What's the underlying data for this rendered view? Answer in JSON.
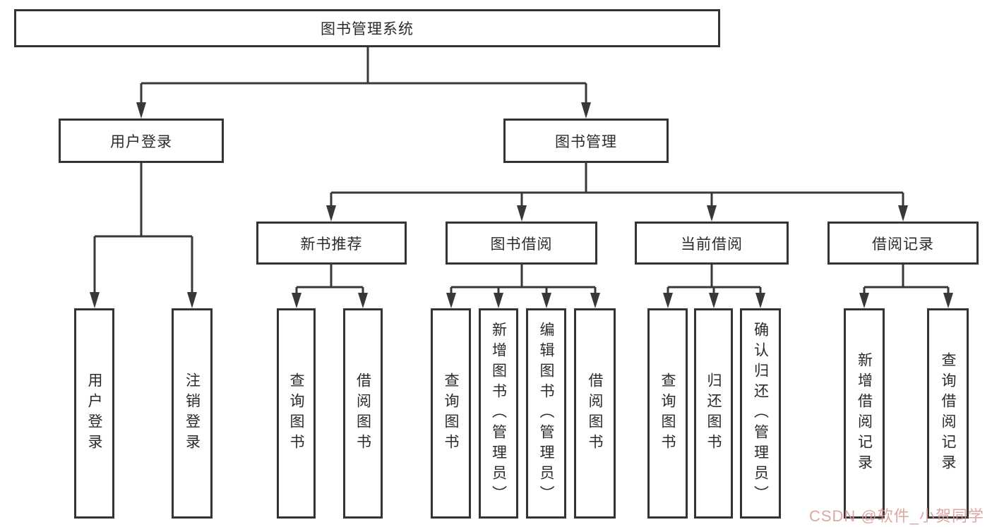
{
  "diagram": {
    "title_node": "图书管理系统",
    "level1": {
      "user_login": "用户登录",
      "book_mgmt": "图书管理"
    },
    "level2": {
      "new_rec": "新书推荐",
      "borrow": "图书借阅",
      "current": "当前借阅",
      "records": "借阅记录"
    },
    "leaves": {
      "login_user_login": "用户登录",
      "login_logout": "注销登录",
      "rec_query_book": "查询图书",
      "rec_borrow_book": "借阅图书",
      "bor_query_book": "查询图书",
      "bor_add_book": "新增图书（管理员）",
      "bor_edit_book": "编辑图书（管理员）",
      "bor_borrow_book": "借阅图书",
      "cur_query_book": "查询图书",
      "cur_return_book": "归还图书",
      "cur_confirm_return": "确认归还（管理员）",
      "recs_add_record": "新增借阅记录",
      "recs_query_record": "查询借阅记录"
    }
  },
  "watermark": {
    "text": "CSDN @软件_小贺同学",
    "color": "#d8968f"
  },
  "colors": {
    "line": "#383838",
    "box_border": "#343434",
    "text": "#2b2b2b",
    "background": "#ffffff"
  }
}
